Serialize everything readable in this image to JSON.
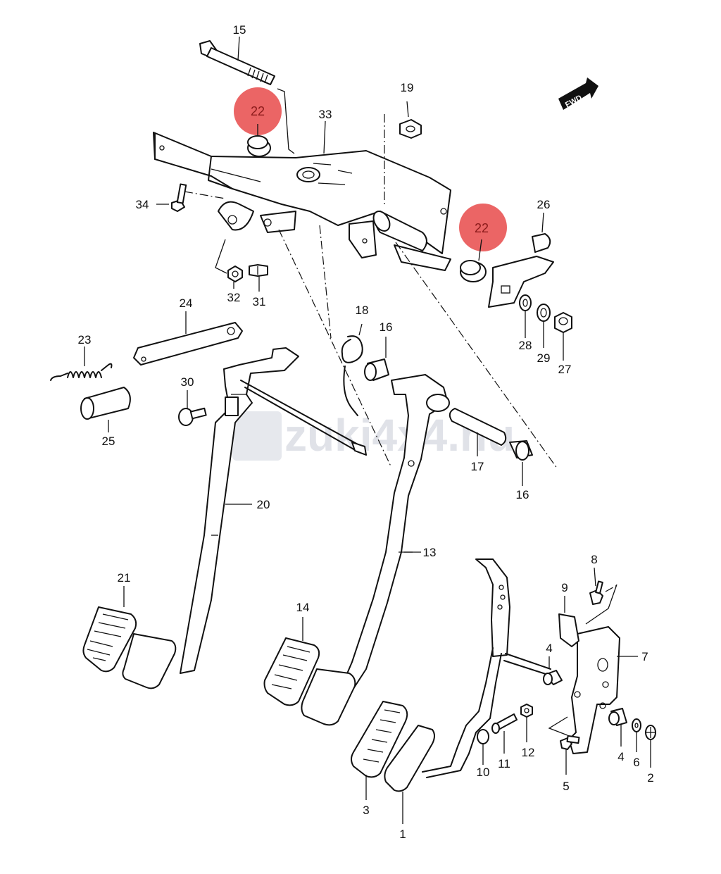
{
  "diagram": {
    "watermark": "zuki4x4.hu",
    "direction_badge": "FWD",
    "highlight_color": "#e84a4a",
    "part_labels": {
      "p1": "1",
      "p2": "2",
      "p3": "3",
      "p4a": "4",
      "p4b": "4",
      "p5": "5",
      "p6": "6",
      "p7": "7",
      "p8": "8",
      "p9": "9",
      "p10": "10",
      "p11": "11",
      "p12": "12",
      "p13": "13",
      "p14": "14",
      "p15": "15",
      "p16a": "16",
      "p16b": "16",
      "p17": "17",
      "p18": "18",
      "p19": "19",
      "p20": "20",
      "p21": "21",
      "p22a": "22",
      "p22b": "22",
      "p23": "23",
      "p24": "24",
      "p25": "25",
      "p26": "26",
      "p27": "27",
      "p28": "28",
      "p29": "29",
      "p30": "30",
      "p31": "31",
      "p32": "32",
      "p33": "33",
      "p34": "34"
    }
  }
}
